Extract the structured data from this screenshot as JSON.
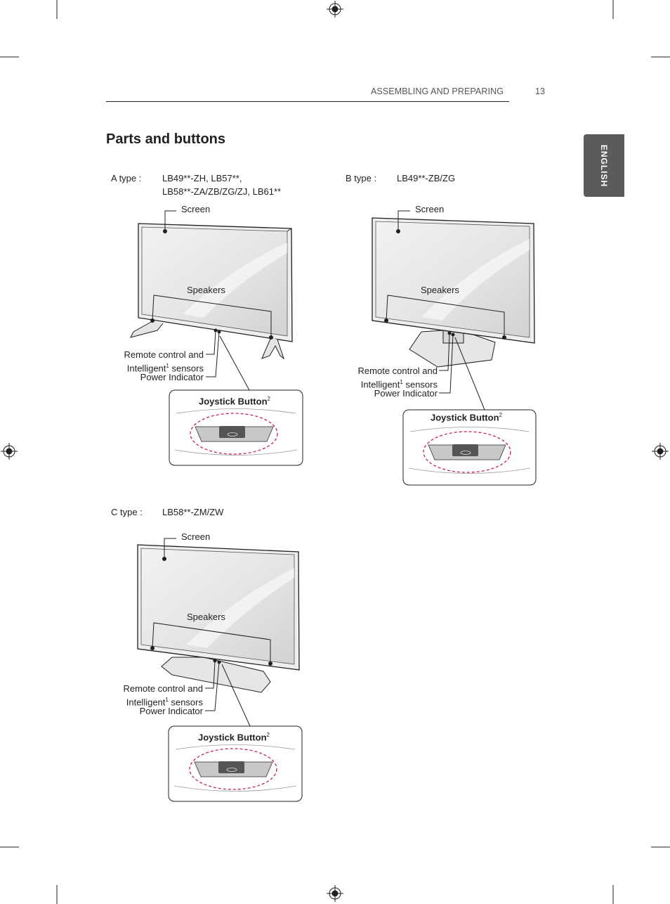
{
  "header": {
    "section": "ASSEMBLING AND PREPARING",
    "page_number": "13"
  },
  "tab": {
    "label": "ENGLISH"
  },
  "page_title": "Parts and buttons",
  "a_type": {
    "label": "A type :",
    "models_line1": "LB49**-ZH, LB57**,",
    "models_line2": "LB58**-ZA/ZB/ZG/ZJ, LB61**",
    "screen": "Screen",
    "speakers": "Speakers",
    "remote_line1": "Remote control and",
    "remote_line2_pre": "Intelligent",
    "remote_sup": "1",
    "remote_line2_post": " sensors",
    "power": "Power Indicator",
    "joystick": "Joystick Button",
    "joystick_sup": "2"
  },
  "b_type": {
    "label": "B type :",
    "models_line1": "LB49**-ZB/ZG",
    "screen": "Screen",
    "speakers": "Speakers",
    "remote_line1": "Remote control and",
    "remote_line2_pre": "Intelligent",
    "remote_sup": "1",
    "remote_line2_post": " sensors",
    "power": "Power Indicator",
    "joystick": "Joystick Button",
    "joystick_sup": "2"
  },
  "c_type": {
    "label": "C type :",
    "models_line1": "LB58**-ZM/ZW",
    "screen": "Screen",
    "speakers": "Speakers",
    "remote_line1": "Remote control and",
    "remote_line2_pre": "Intelligent",
    "remote_sup": "1",
    "remote_line2_post": " sensors",
    "power": "Power Indicator",
    "joystick": "Joystick Button",
    "joystick_sup": "2"
  },
  "colors": {
    "tab_bg": "#5b5b5b",
    "dashed_highlight": "#c8235a"
  }
}
